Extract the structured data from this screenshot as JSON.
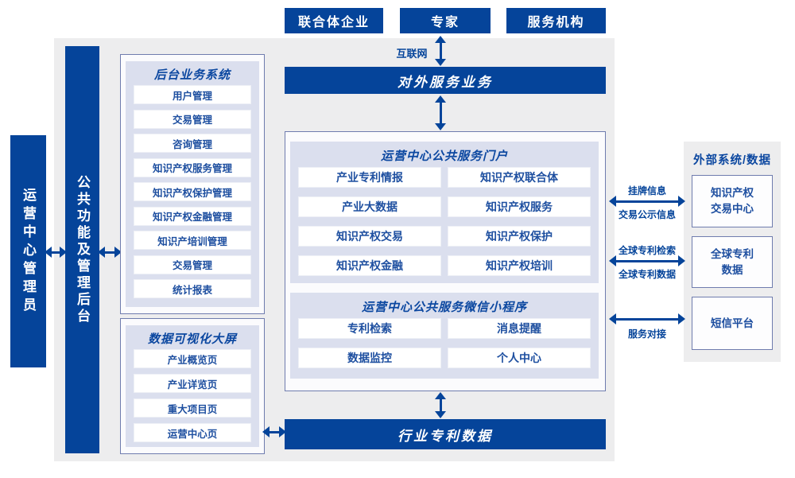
{
  "colors": {
    "primary_blue": "#05449a",
    "lavender_block": "#dbdfee",
    "background_gray": "#ededee",
    "panel_border": "#6f7cae",
    "item_text_blue": "#1e4fa0"
  },
  "top_nodes": [
    {
      "label": "联合体企业"
    },
    {
      "label": "专家"
    },
    {
      "label": "服务机构"
    }
  ],
  "internet_label": "互联网",
  "external_service_bar": "对外服务业务",
  "left_bars": {
    "admin": "运营中心管理员",
    "backend": "公共功能及管理后台"
  },
  "backend_panel": {
    "title": "后台业务系统",
    "items": [
      "用户管理",
      "交易管理",
      "咨询管理",
      "知识产权服务管理",
      "知识产权保护管理",
      "知识产权金融管理",
      "知识产培训管理",
      "交易管理",
      "统计报表"
    ]
  },
  "dashboard_panel": {
    "title": "数据可视化大屏",
    "items": [
      "产业概览页",
      "产业详览页",
      "重大项目页",
      "运营中心页"
    ]
  },
  "portal_panel": {
    "title": "运营中心公共服务门户",
    "items": [
      "产业专利情报",
      "知识产权联合体",
      "产业大数据",
      "知识产权服务",
      "知识产权交易",
      "知识产权保护",
      "知识产权金融",
      "知识产权培训"
    ]
  },
  "miniprogram_panel": {
    "title": "运营中心公共服务微信小程序",
    "items": [
      "专利检索",
      "消息提醒",
      "数据监控",
      "个人中心"
    ]
  },
  "industry_data_bar": "行业专利数据",
  "external_panel": {
    "title": "外部系统/数据",
    "boxes": [
      {
        "lines": [
          "知识产权",
          "交易中心"
        ]
      },
      {
        "lines": [
          "全球专利",
          "数据"
        ]
      },
      {
        "lines": [
          "短信平台"
        ]
      }
    ]
  },
  "link_labels": [
    {
      "top": "挂牌信息",
      "bottom": "交易公示信息"
    },
    {
      "top": "全球专利检索",
      "bottom": "全球专利数据"
    },
    {
      "bottom": "服务对接"
    }
  ]
}
